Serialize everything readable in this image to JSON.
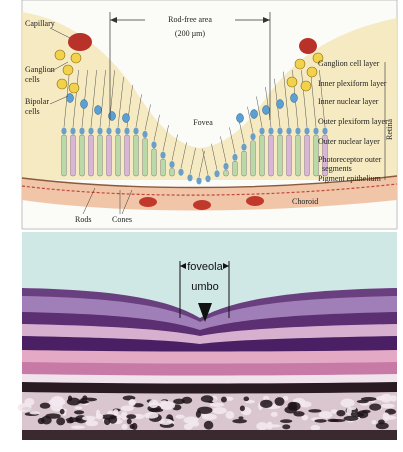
{
  "top_panel": {
    "rod_free_area": "Rod-free area",
    "rod_free_width": "(200 µm)",
    "fovea": "Fovea",
    "left_labels": {
      "capillary": "Capillary",
      "ganglion_line1": "Ganglion",
      "ganglion_line2": "cells",
      "bipolar_line1": "Bipolar",
      "bipolar_line2": "cells"
    },
    "right_layers": [
      "Ganglion cell layer",
      "Inner plexiform layer",
      "Inner nuclear layer",
      "Outer plexiform layer",
      "Outer nuclear layer",
      "Photoreceptor outer",
      "segments",
      "Pigment epithelium"
    ],
    "retina": "Retina",
    "choroid": "Choroid",
    "bottom_labels": {
      "rods": "Rods",
      "cones": "Cones"
    }
  },
  "bottom_panel": {
    "foveola": "foveola",
    "umbo": "umbo"
  }
}
